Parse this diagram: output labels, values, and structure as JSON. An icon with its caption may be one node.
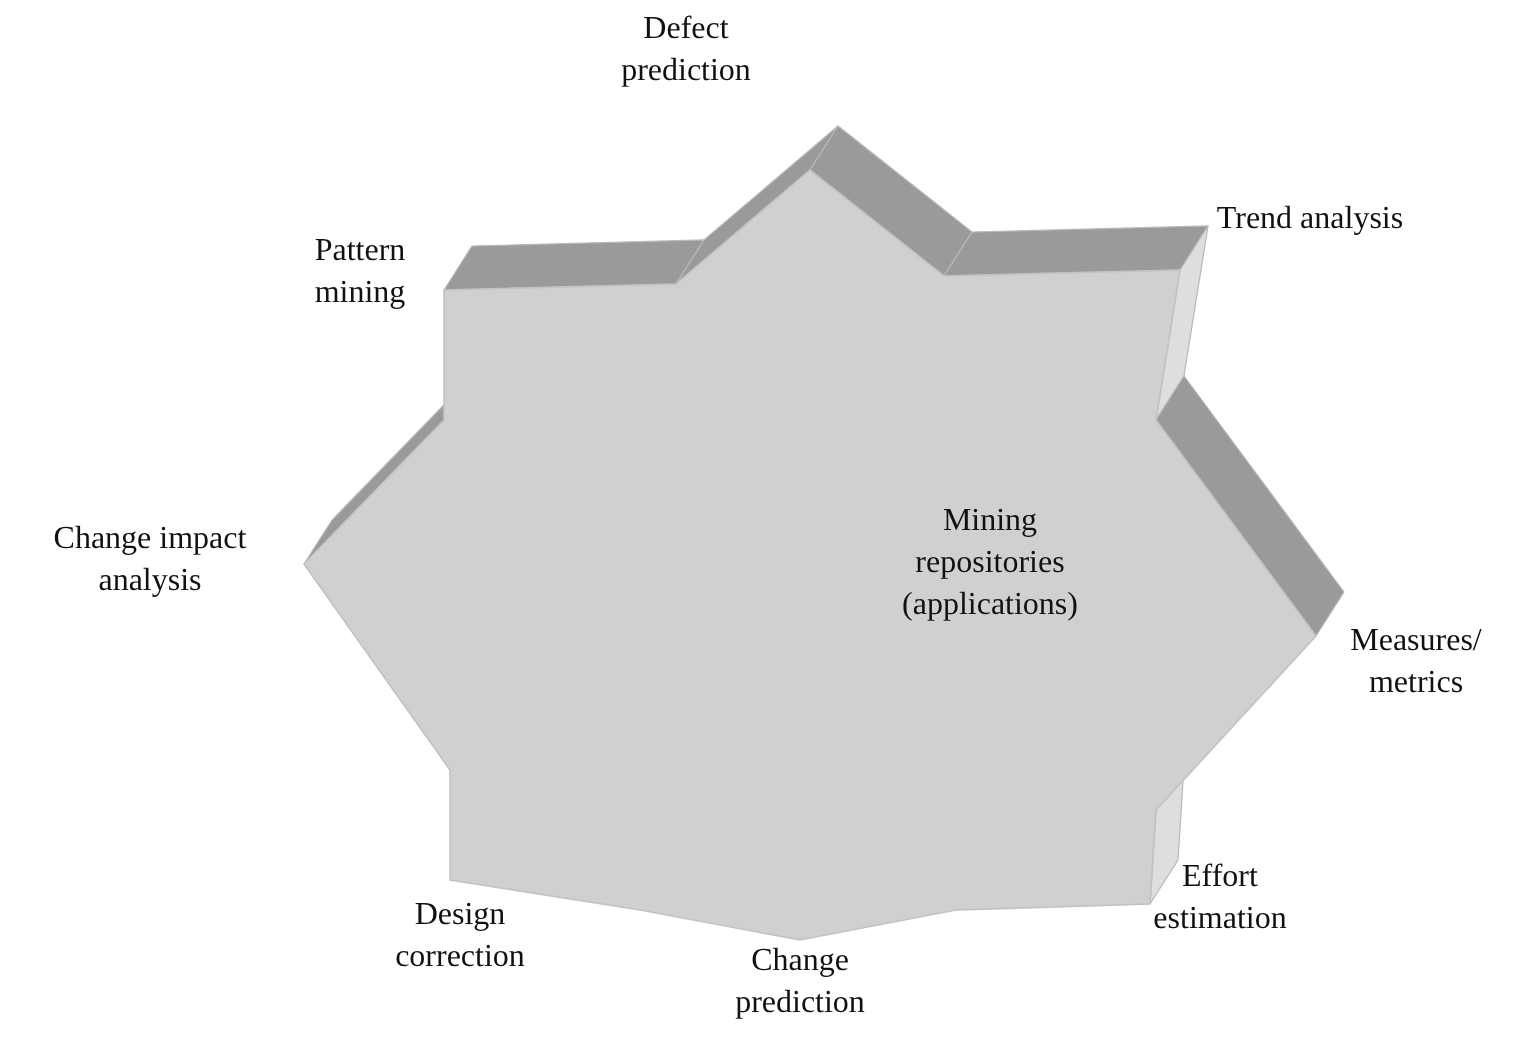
{
  "diagram": {
    "nodes": [
      {
        "text": [
          "Mining repositories (applications)"
        ]
      }
    ],
    "labels": [
      "Defect prediction",
      "Pattern mining",
      "Trend analysis",
      "Measures/ metrics",
      "Change impact analysis",
      "Design correction",
      "Change prediction",
      "Effort estimation"
    ]
  }
}
